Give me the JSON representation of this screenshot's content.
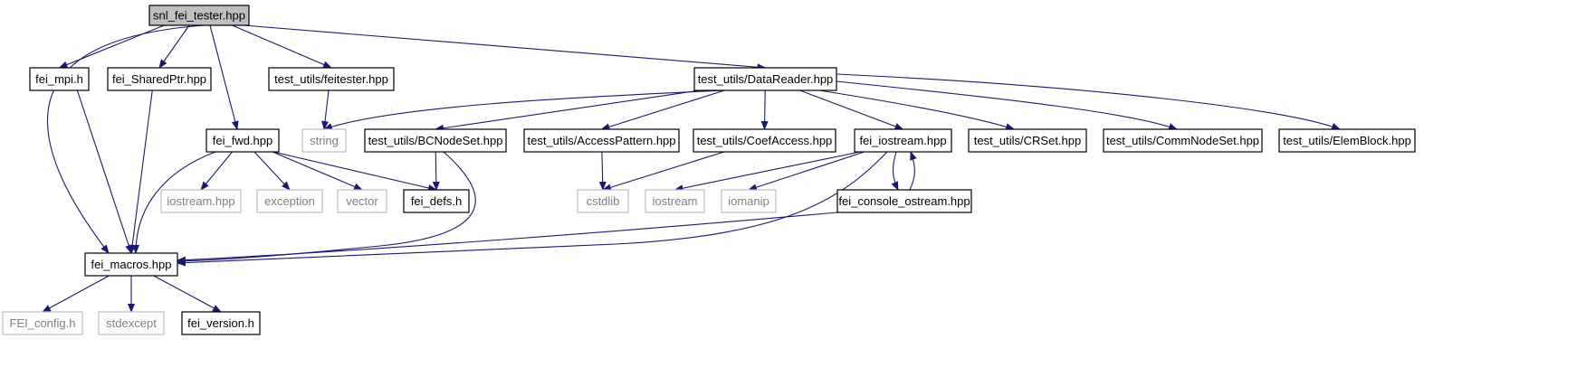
{
  "colors": {
    "edge": "#191970",
    "root_fill": "#bfbfbf",
    "node_border": "#000000",
    "external_border": "#bfbfbf",
    "external_text": "#7f7f7f",
    "text": "#000000"
  },
  "diagram": {
    "nodes": [
      {
        "id": "root",
        "label": "snl_fei_tester.hpp",
        "kind": "root"
      },
      {
        "id": "fei_mpi",
        "label": "fei_mpi.h",
        "kind": "file"
      },
      {
        "id": "fei_sharedptr",
        "label": "fei_SharedPtr.hpp",
        "kind": "file"
      },
      {
        "id": "feitester",
        "label": "test_utils/feitester.hpp",
        "kind": "file"
      },
      {
        "id": "datareader",
        "label": "test_utils/DataReader.hpp",
        "kind": "file"
      },
      {
        "id": "fei_fwd",
        "label": "fei_fwd.hpp",
        "kind": "file"
      },
      {
        "id": "string",
        "label": "string",
        "kind": "external"
      },
      {
        "id": "bcnodeset",
        "label": "test_utils/BCNodeSet.hpp",
        "kind": "file"
      },
      {
        "id": "accesspattern",
        "label": "test_utils/AccessPattern.hpp",
        "kind": "file"
      },
      {
        "id": "coefaccess",
        "label": "test_utils/CoefAccess.hpp",
        "kind": "file"
      },
      {
        "id": "fei_iostream",
        "label": "fei_iostream.hpp",
        "kind": "file"
      },
      {
        "id": "crset",
        "label": "test_utils/CRSet.hpp",
        "kind": "file"
      },
      {
        "id": "commnodeset",
        "label": "test_utils/CommNodeSet.hpp",
        "kind": "file"
      },
      {
        "id": "elemblock",
        "label": "test_utils/ElemBlock.hpp",
        "kind": "file"
      },
      {
        "id": "iostream_hpp",
        "label": "iostream.hpp",
        "kind": "external"
      },
      {
        "id": "exception",
        "label": "exception",
        "kind": "external"
      },
      {
        "id": "vector",
        "label": "vector",
        "kind": "external"
      },
      {
        "id": "fei_defs",
        "label": "fei_defs.h",
        "kind": "file"
      },
      {
        "id": "cstdlib",
        "label": "cstdlib",
        "kind": "external"
      },
      {
        "id": "iostream",
        "label": "iostream",
        "kind": "external"
      },
      {
        "id": "iomanip",
        "label": "iomanip",
        "kind": "external"
      },
      {
        "id": "fei_console",
        "label": "fei_console_ostream.hpp",
        "kind": "file"
      },
      {
        "id": "fei_macros",
        "label": "fei_macros.hpp",
        "kind": "file"
      },
      {
        "id": "fei_config",
        "label": "FEI_config.h",
        "kind": "external"
      },
      {
        "id": "stdexcept",
        "label": "stdexcept",
        "kind": "external"
      },
      {
        "id": "fei_version",
        "label": "fei_version.h",
        "kind": "file"
      }
    ],
    "edges": [
      {
        "from": "root",
        "to": "fei_mpi"
      },
      {
        "from": "root",
        "to": "fei_sharedptr"
      },
      {
        "from": "root",
        "to": "fei_fwd"
      },
      {
        "from": "root",
        "to": "feitester"
      },
      {
        "from": "root",
        "to": "datareader"
      },
      {
        "from": "root",
        "to": "fei_macros"
      },
      {
        "from": "fei_mpi",
        "to": "fei_macros"
      },
      {
        "from": "fei_sharedptr",
        "to": "fei_macros"
      },
      {
        "from": "feitester",
        "to": "string"
      },
      {
        "from": "datareader",
        "to": "string"
      },
      {
        "from": "datareader",
        "to": "bcnodeset"
      },
      {
        "from": "datareader",
        "to": "accesspattern"
      },
      {
        "from": "datareader",
        "to": "coefaccess"
      },
      {
        "from": "datareader",
        "to": "fei_iostream"
      },
      {
        "from": "datareader",
        "to": "crset"
      },
      {
        "from": "datareader",
        "to": "commnodeset"
      },
      {
        "from": "datareader",
        "to": "elemblock"
      },
      {
        "from": "fei_fwd",
        "to": "iostream_hpp"
      },
      {
        "from": "fei_fwd",
        "to": "exception"
      },
      {
        "from": "fei_fwd",
        "to": "vector"
      },
      {
        "from": "fei_fwd",
        "to": "fei_defs"
      },
      {
        "from": "fei_fwd",
        "to": "fei_macros"
      },
      {
        "from": "bcnodeset",
        "to": "fei_defs"
      },
      {
        "from": "bcnodeset",
        "to": "fei_macros"
      },
      {
        "from": "accesspattern",
        "to": "cstdlib"
      },
      {
        "from": "coefaccess",
        "to": "cstdlib"
      },
      {
        "from": "fei_iostream",
        "to": "iostream"
      },
      {
        "from": "fei_iostream",
        "to": "iomanip"
      },
      {
        "from": "fei_iostream",
        "to": "fei_console"
      },
      {
        "from": "fei_iostream",
        "to": "fei_macros"
      },
      {
        "from": "fei_console",
        "to": "fei_iostream"
      },
      {
        "from": "fei_console",
        "to": "fei_macros"
      },
      {
        "from": "fei_macros",
        "to": "fei_config"
      },
      {
        "from": "fei_macros",
        "to": "stdexcept"
      },
      {
        "from": "fei_macros",
        "to": "fei_version"
      }
    ]
  }
}
